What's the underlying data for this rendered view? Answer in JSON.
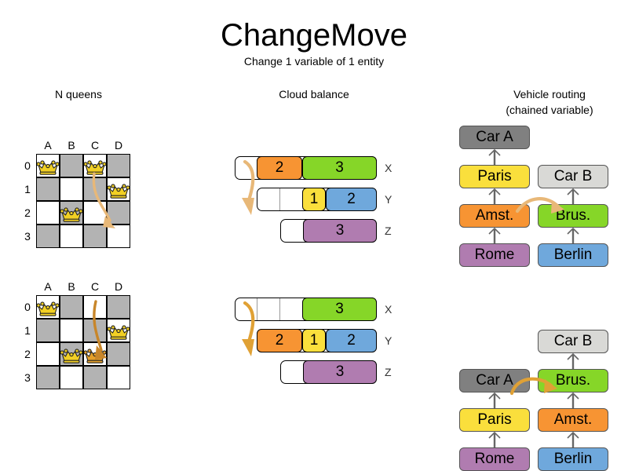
{
  "header": {
    "title": "ChangeMove",
    "subtitle": "Change 1 variable of 1 entity"
  },
  "columns": {
    "nqueens": "N queens",
    "cloud": "Cloud balance",
    "routing_line1": "Vehicle routing",
    "routing_line2": "(chained variable)"
  },
  "colors": {
    "orange": "#f79433",
    "green": "#7ed321",
    "green_alt": "#86d628",
    "yellow": "#fadf3c",
    "blue": "#6fa8dc",
    "purple": "#b07cb0",
    "gray_dark": "#808080",
    "gray_light": "#d9d9d6",
    "arrow": "#e8b878",
    "arrow_strong": "#e0a135",
    "board_dark": "#b3b3b3",
    "board_light": "#ffffff",
    "queen_gold": "#f2d024"
  },
  "nqueens": {
    "files": [
      "A",
      "B",
      "C",
      "D"
    ],
    "ranks": [
      "0",
      "1",
      "2",
      "3"
    ],
    "before": {
      "queens": [
        {
          "file": 0,
          "rank": 0
        },
        {
          "file": 2,
          "rank": 0
        },
        {
          "file": 3,
          "rank": 1
        },
        {
          "file": 1,
          "rank": 2
        }
      ],
      "move": {
        "from_file": 2,
        "from_rank": 0,
        "to_file": 2,
        "to_rank": 2
      }
    },
    "after": {
      "queens": [
        {
          "file": 0,
          "rank": 0
        },
        {
          "file": 3,
          "rank": 1
        },
        {
          "file": 1,
          "rank": 2
        },
        {
          "file": 2,
          "rank": 2,
          "moved": true
        }
      ],
      "move": {
        "from_file": 2,
        "from_rank": 0,
        "to_file": 2,
        "to_rank": 2
      }
    }
  },
  "cloud_balance": {
    "before": {
      "rows": [
        {
          "label": "X",
          "segments": [
            {
              "value": "",
              "color": "#ffffff",
              "width": 28,
              "empty": true
            },
            {
              "value": "2",
              "color": "#f79433",
              "width": 58
            },
            {
              "value": "3",
              "color": "#86d628",
              "width": 95
            }
          ]
        },
        {
          "label": "Y",
          "segments": [
            {
              "value": "",
              "color": "#ffffff",
              "width": 29,
              "empty": true
            },
            {
              "value": "",
              "color": "#ffffff",
              "width": 29,
              "empty": true
            },
            {
              "value": "1",
              "color": "#fadf3c",
              "width": 30
            },
            {
              "value": "2",
              "color": "#6fa8dc",
              "width": 65
            }
          ]
        },
        {
          "label": "Z",
          "segments": [
            {
              "value": "",
              "color": "#ffffff",
              "width": 29,
              "empty": true
            },
            {
              "value": "3",
              "color": "#b07cb0",
              "width": 94
            }
          ]
        }
      ]
    },
    "after": {
      "rows": [
        {
          "label": "X",
          "segments": [
            {
              "value": "",
              "color": "#ffffff",
              "width": 28,
              "empty": true
            },
            {
              "value": "",
              "color": "#ffffff",
              "width": 29,
              "empty": true
            },
            {
              "value": "",
              "color": "#ffffff",
              "width": 29,
              "empty": true
            },
            {
              "value": "3",
              "color": "#86d628",
              "width": 95
            }
          ]
        },
        {
          "label": "Y",
          "segments": [
            {
              "value": "2",
              "color": "#f79433",
              "width": 58
            },
            {
              "value": "1",
              "color": "#fadf3c",
              "width": 30
            },
            {
              "value": "2",
              "color": "#6fa8dc",
              "width": 65
            }
          ]
        },
        {
          "label": "Z",
          "segments": [
            {
              "value": "",
              "color": "#ffffff",
              "width": 29,
              "empty": true
            },
            {
              "value": "3",
              "color": "#b07cb0",
              "width": 94
            }
          ]
        }
      ]
    }
  },
  "vehicle_routing": {
    "before": {
      "chains": [
        {
          "vehicle": "Car A",
          "vehicle_color": "#808080",
          "nodes": [
            {
              "label": "Paris",
              "color": "#fadf3c"
            },
            {
              "label": "Amst.",
              "color": "#f79433"
            },
            {
              "label": "Rome",
              "color": "#b07cb0"
            }
          ]
        },
        {
          "vehicle": "Car B",
          "vehicle_color": "#d9d9d6",
          "nodes": [
            {
              "label": "Brus.",
              "color": "#86d628"
            },
            {
              "label": "Berlin",
              "color": "#6fa8dc"
            }
          ]
        }
      ]
    },
    "after": {
      "chains": [
        {
          "vehicle": "Car A",
          "vehicle_color": "#808080",
          "nodes": [
            {
              "label": "Paris",
              "color": "#fadf3c"
            },
            {
              "label": "Rome",
              "color": "#b07cb0"
            }
          ]
        },
        {
          "vehicle": "Car B",
          "vehicle_color": "#d9d9d6",
          "nodes": [
            {
              "label": "Brus.",
              "color": "#86d628"
            },
            {
              "label": "Amst.",
              "color": "#f79433"
            },
            {
              "label": "Berlin",
              "color": "#6fa8dc"
            }
          ]
        }
      ]
    }
  }
}
